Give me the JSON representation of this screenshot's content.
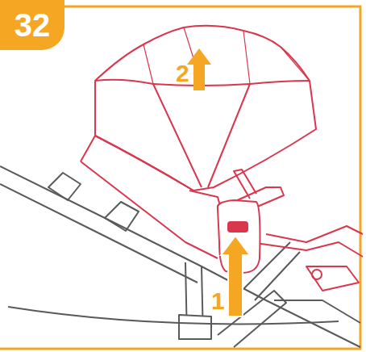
{
  "diagram": {
    "nodes": [
      {
        "text": [
          "32"
        ]
      }
    ],
    "labels": [
      "1",
      "2"
    ]
  }
}
